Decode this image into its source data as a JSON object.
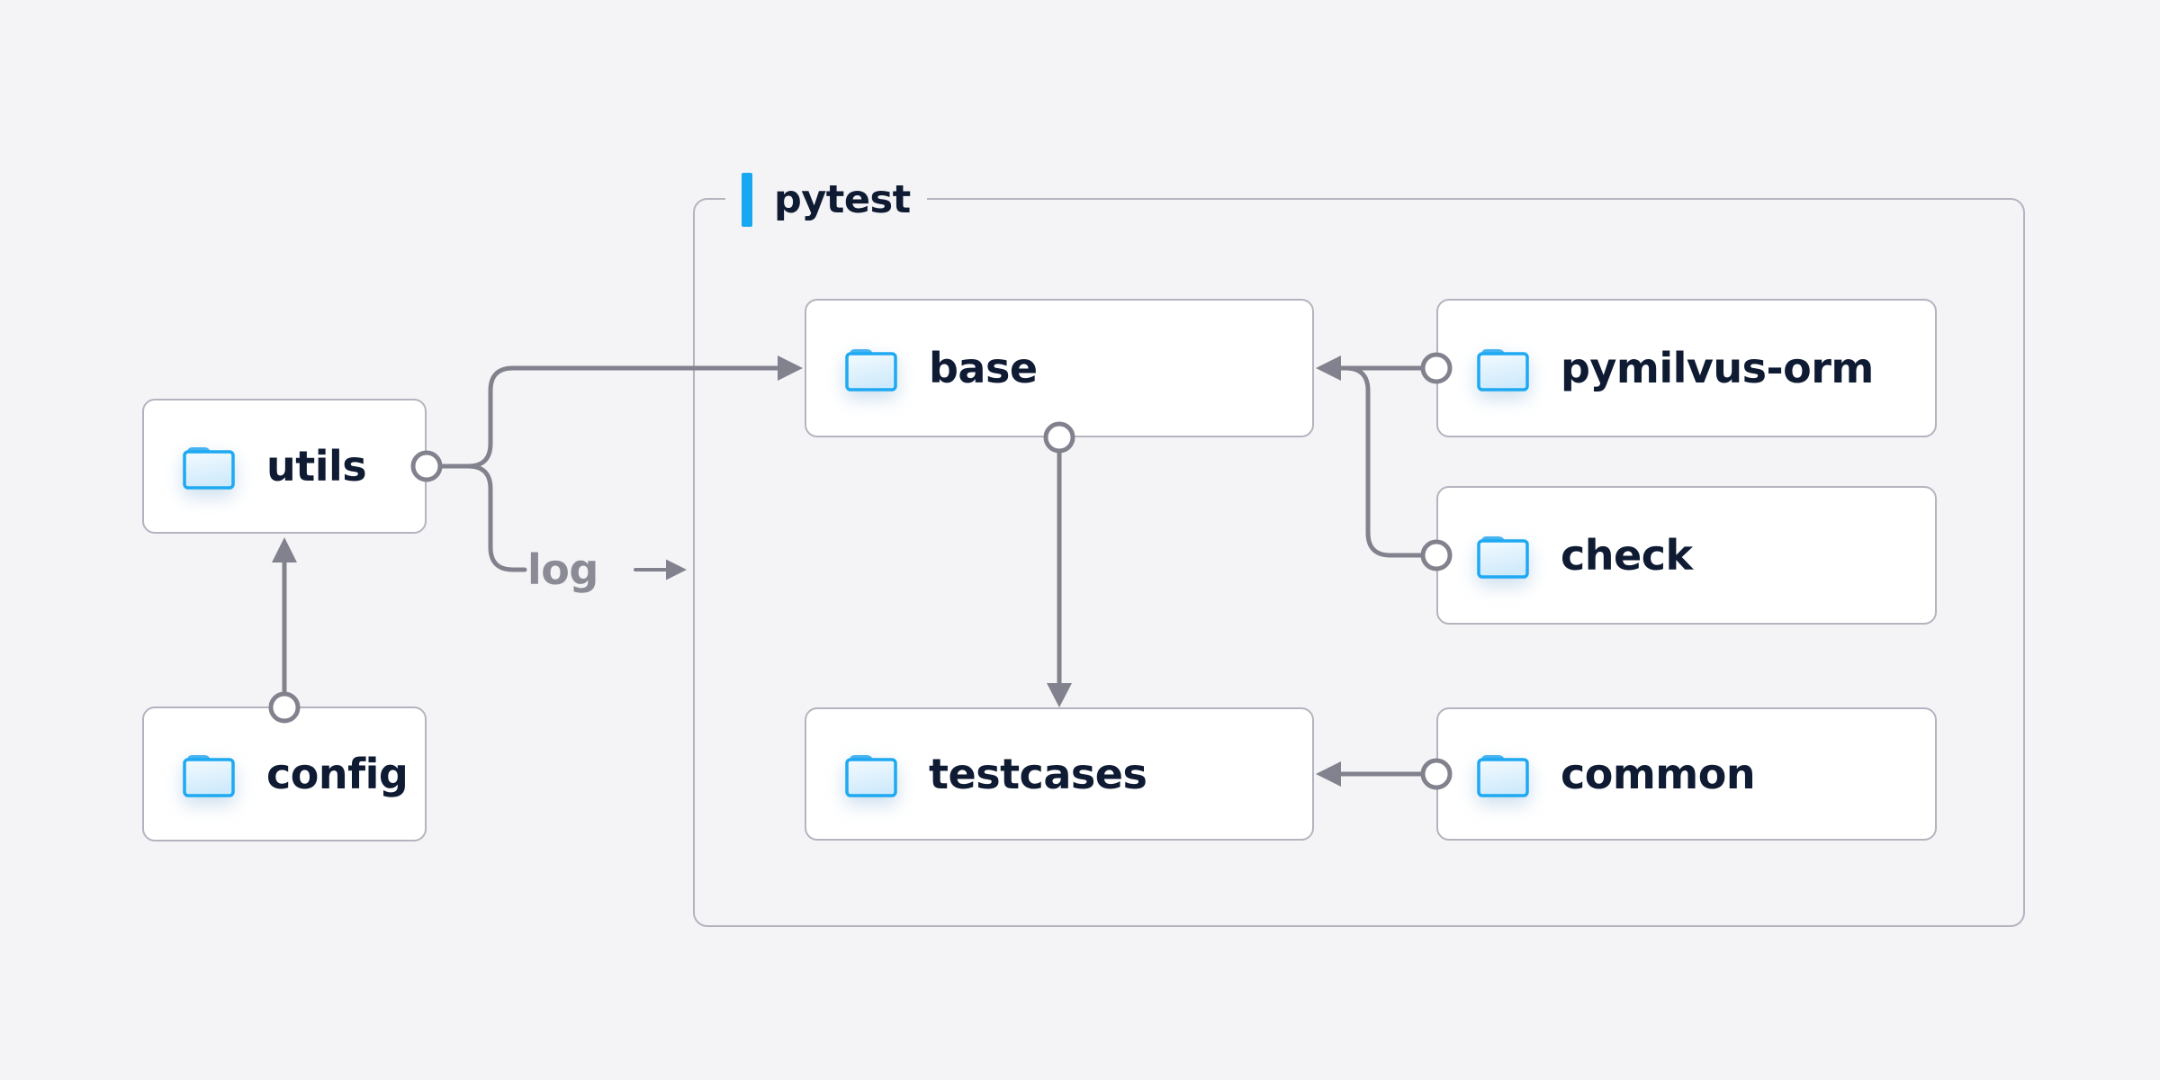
{
  "diagram": {
    "title_group": {
      "label": "pytest"
    },
    "nodes": {
      "utils": {
        "label": "utils"
      },
      "config": {
        "label": "config"
      },
      "base": {
        "label": "base"
      },
      "pymilvus_orm": {
        "label": "pymilvus-orm"
      },
      "check": {
        "label": "check"
      },
      "testcases": {
        "label": "testcases"
      },
      "common": {
        "label": "common"
      }
    },
    "edges": [
      {
        "from": "config",
        "to": "utils",
        "label": ""
      },
      {
        "from": "utils",
        "to": "base",
        "label": ""
      },
      {
        "from": "utils",
        "to": "pytest-group",
        "label": "log"
      },
      {
        "from": "base",
        "to": "testcases",
        "label": ""
      },
      {
        "from": "pymilvus-orm",
        "to": "base",
        "label": ""
      },
      {
        "from": "check",
        "to": "base",
        "label": ""
      },
      {
        "from": "common",
        "to": "testcases",
        "label": ""
      }
    ],
    "colors": {
      "bg": "#f4f4f6",
      "panel": "#ffffff",
      "border": "#b4b4c0",
      "ink": "#0f1b33",
      "line": "#82828e",
      "muted": "#8b8b95",
      "accent": "#18a8f1",
      "folder_stroke": "#1ea9f2",
      "folder_tab": "#47b2f1",
      "folder_fill_top": "#f3fafe",
      "folder_fill_bottom": "#cfeafc"
    }
  }
}
